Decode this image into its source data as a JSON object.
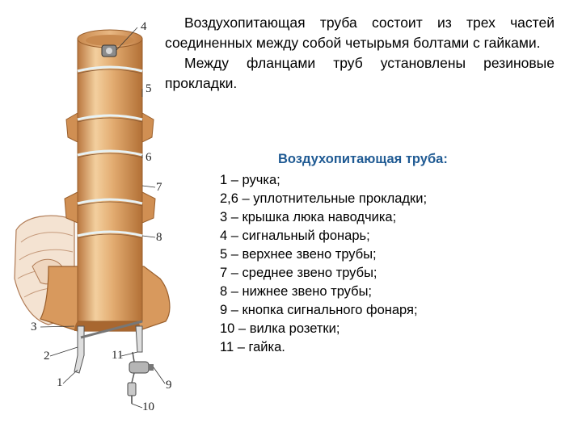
{
  "intro": {
    "paragraph1": "Воздухопитающая труба состоит из трех частей соединенных между собой четырьмя болтами с гайками.",
    "paragraph2": "Между фланцами труб установлены резиновые прокладки."
  },
  "legend": {
    "title": "Воздухопитающая труба:",
    "items": [
      "1 – ручка;",
      "2,6 – уплотнительные прокладки;",
      "3 – крышка люка наводчика;",
      "4 – сигнальный фонарь;",
      "5 – верхнее звено трубы;",
      "7 – среднее звено трубы;",
      "8 – нижнее звено трубы;",
      "9 – кнопка сигнального фонаря;",
      "10 – вилка розетки;",
      "11 – гайка."
    ]
  },
  "callouts": {
    "n1": "1",
    "n2": "2",
    "n3": "3",
    "n4": "4",
    "n5": "5",
    "n6": "6",
    "n7": "7",
    "n8": "8",
    "n9": "9",
    "n10": "10",
    "n11": "11"
  },
  "colors": {
    "tube_body": "#dca066",
    "tube_highlight": "#f3cf9e",
    "tube_shadow": "#b9773f",
    "gasket": "#e8f2f4",
    "hatch": "#f4e3d2",
    "legend_title": "#1f5a93"
  }
}
